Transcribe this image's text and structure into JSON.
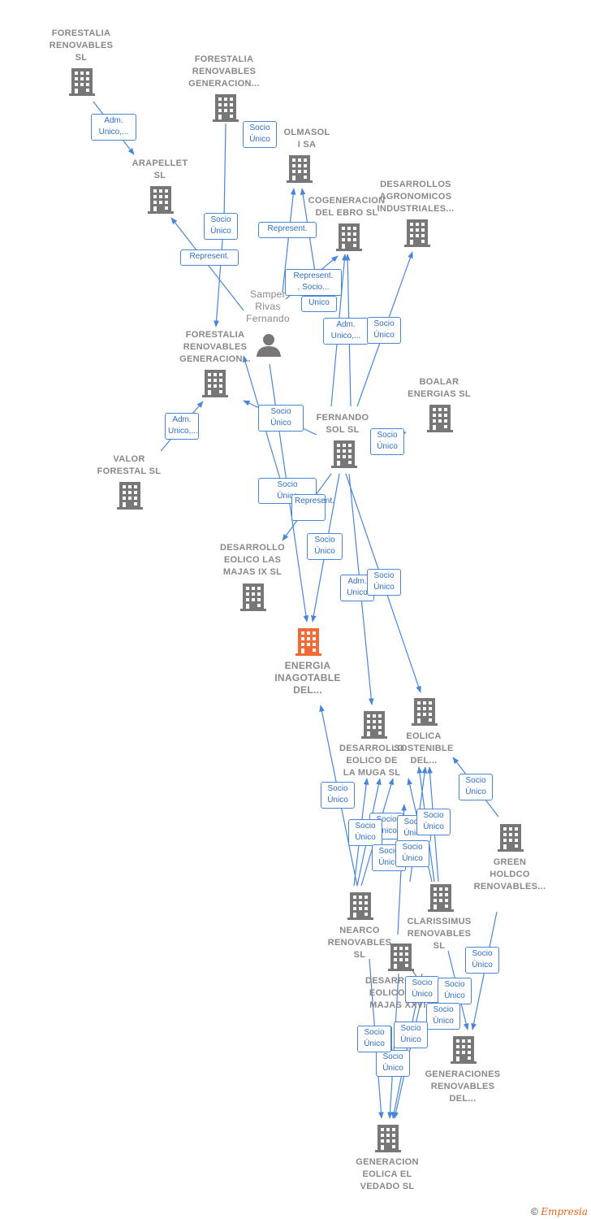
{
  "colors": {
    "edge": "#4a86d8",
    "node": "#777777",
    "focus_node": "#f26a36",
    "label": "#888888"
  },
  "nodes": [
    {
      "id": "forestalia_sl",
      "name": "FORESTALIA\nRENOVABLES\nSL",
      "type": "building-icon"
    },
    {
      "id": "forestalia_gen1",
      "name": "FORESTALIA\nRENOVABLES\nGENERACION...",
      "type": "building-icon"
    },
    {
      "id": "olmasol",
      "name": "OLMASOL\nI SA",
      "type": "building-icon"
    },
    {
      "id": "arapellet",
      "name": "ARAPELLET\nSL",
      "type": "building-icon"
    },
    {
      "id": "cogeneracion",
      "name": "COGENERACION\nDEL EBRO  SL",
      "type": "building-icon"
    },
    {
      "id": "desarrollos_agro",
      "name": "DESARROLLOS\nAGRONOMICOS\nINDUSTRIALES...",
      "type": "building-icon"
    },
    {
      "id": "samper",
      "name": "Samper\nRivas\nFernando",
      "type": "person-icon"
    },
    {
      "id": "forestalia_gen2",
      "name": "FORESTALIA\nRENOVABLES\nGENERACION...",
      "type": "building-icon"
    },
    {
      "id": "boalar",
      "name": "BOALAR\nENERGIAS  SL",
      "type": "building-icon"
    },
    {
      "id": "fernando_sol",
      "name": "FERNANDO\nSOL SL",
      "type": "building-icon"
    },
    {
      "id": "valor_forestal",
      "name": "VALOR\nFORESTAL SL",
      "type": "building-icon"
    },
    {
      "id": "eolico_majas_ix",
      "name": "DESARROLLO\nEOLICO LAS\nMAJAS IX  SL",
      "type": "building-icon"
    },
    {
      "id": "energia",
      "name": "ENERGIA\nINAGOTABLE\nDEL...",
      "type": "building-icon",
      "focus": true
    },
    {
      "id": "eolica_sostenible",
      "name": "EOLICA\nSOSTENIBLE\nDEL...",
      "type": "building-icon"
    },
    {
      "id": "muga",
      "name": "DESARROLLO\nEOLICO DE\nLA MUGA SL",
      "type": "building-icon"
    },
    {
      "id": "green_holdco",
      "name": "GREEN\nHOLDCO\nRENOVABLES...",
      "type": "building-icon"
    },
    {
      "id": "nearco",
      "name": "NEARCO\nRENOVABLES\nSL",
      "type": "building-icon"
    },
    {
      "id": "clarissimus",
      "name": "CLARISSIMUS\nRENOVABLES\nSL",
      "type": "building-icon"
    },
    {
      "id": "majas_xxvi",
      "name": "DESARROLLO\nEOLICO LAS\nMAJAS XXVI",
      "type": "building-icon"
    },
    {
      "id": "generaciones",
      "name": "GENERACIONES\nRENOVABLES\nDEL...",
      "type": "building-icon"
    },
    {
      "id": "vedado",
      "name": "GENERACION\nEOLICA EL\nVEDADO SL",
      "type": "building-icon"
    }
  ],
  "edge_labels": [
    "Adm.\nUnico,...",
    "Socio\nÚnico",
    "Socio\nÚnico",
    "Represent.",
    "Represent.",
    "Represent.\n, Socio...",
    "Unico",
    "Adm.\nUnico,...",
    "Socio\nÚnico",
    "Socio\nÚnico",
    "Adm.\nUnico,...",
    "Socio\nÚnico",
    "Represent.",
    "Socio\nÚnico",
    "Adm.\nUnico",
    "Socio\nÚnico",
    "Socio\nÚnico",
    "Socio\nÚnico",
    "Socio\nÚnico",
    "Socio\nÚnico",
    "Socio\nÚnico",
    "Socio\nÚnico",
    "Socio\nÚnico",
    "Socio\nÚnico",
    "Socio\nÚnico",
    "Socio\nÚnico",
    "Socio\nÚnico",
    "Socio\nÚnico",
    "Socio\nÚnico",
    "Socio\nÚnico",
    "Socio\nÚnico",
    "Socio\nÚnico",
    "Socio\nÚnico"
  ],
  "footer": {
    "copyright": "©",
    "brand": "Empresia"
  }
}
